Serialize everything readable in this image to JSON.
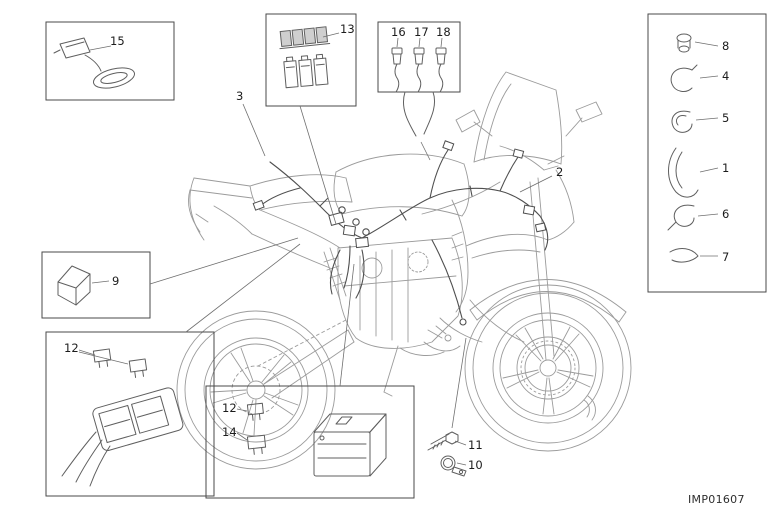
{
  "figure": {
    "code": "IMP01607",
    "colors": {
      "background": "#ffffff",
      "bike_lines": "#9b9b9b",
      "part_lines": "#5f5f5f",
      "text": "#1c1c1c"
    },
    "callouts": {
      "n1": "1",
      "n2": "2",
      "n3": "3",
      "n4": "4",
      "n5": "5",
      "n6": "6",
      "n7": "7",
      "n8": "8",
      "n9": "9",
      "n10": "10",
      "n11": "11",
      "n12a": "12",
      "n12b": "12",
      "n13": "13",
      "n14": "14",
      "n15": "15",
      "n16": "16",
      "n17": "17",
      "n18": "18"
    }
  }
}
